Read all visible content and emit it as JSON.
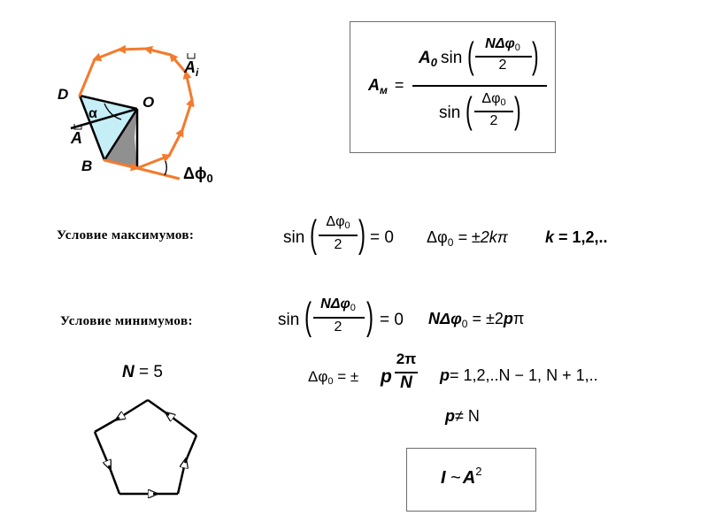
{
  "diagram": {
    "label_D": "D",
    "label_O": "O",
    "label_B": "B",
    "label_alpha": "α",
    "label_A": "A",
    "label_Ai": "A",
    "label_Ai_sub": "i",
    "label_dphi": "Δϕ",
    "label_dphi_sub": "0",
    "colors": {
      "arrow": "#f47a2c",
      "triangle_fill": "#c6eef7",
      "sector": "#909090"
    }
  },
  "formula_box": {
    "lhs": "A",
    "lhs_sub": "м",
    "eq": "=",
    "num_prefix": "A",
    "num_prefix_sub": "0",
    "num_func": "sin",
    "num_frac_top": "NΔφ",
    "num_frac_top_sub": "0",
    "num_frac_bottom": "2",
    "den_func": "sin",
    "den_frac_top": "Δφ",
    "den_frac_top_sub": "0",
    "den_frac_bottom": "2"
  },
  "maxima": {
    "label": "Условие максимумов:",
    "func": "sin",
    "frac_top": "Δφ",
    "frac_top_sub": "0",
    "frac_bottom": "2",
    "rhs": "= 0",
    "cond_lhs": "Δφ",
    "cond_lhs_sub": "0",
    "cond_rhs": "= ±2kπ",
    "k_values": "k = 1,2,..",
    "k_letter": "k",
    "k_rest": " = 1,2,.."
  },
  "minima": {
    "label": "Условие минимумов:",
    "func": "sin",
    "frac_top": "NΔφ",
    "frac_top_sub": "0",
    "frac_bottom": "2",
    "rhs": "= 0",
    "cond_lhs": "NΔφ",
    "cond_lhs_sub": "0",
    "cond_eq": "= ±2",
    "cond_p": "p",
    "cond_pi": "π"
  },
  "pentagon_section": {
    "n_label": "N",
    "n_eq": " = 5",
    "dphi_lhs": "Δφ",
    "dphi_lhs_sub": "0",
    "dphi_eq": "= ±",
    "dphi_p": "p",
    "dphi_frac_top": "2π",
    "dphi_frac_bottom": "N",
    "p_values_p": "p",
    "p_values_rest": "= 1,2,..N − 1, N + 1,..",
    "p_ne_p": "p",
    "p_ne_rest": "≠ N"
  },
  "intensity_box": {
    "i_letter": "I",
    "tilde": " ~",
    "a_letter": "A",
    "power": "2"
  }
}
